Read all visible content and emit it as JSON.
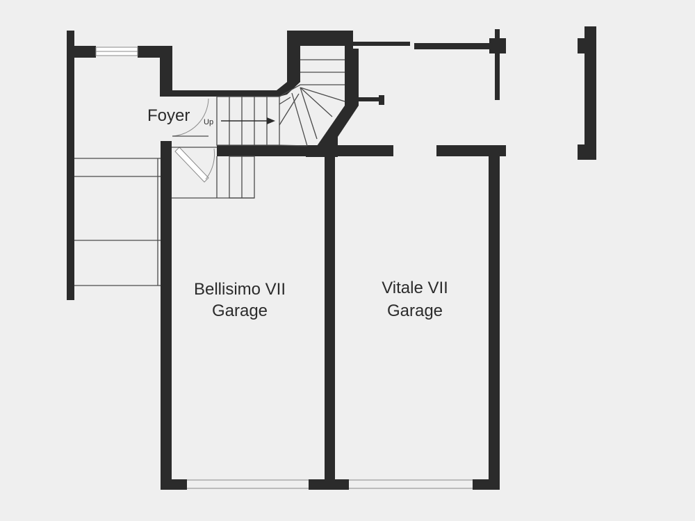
{
  "rooms": {
    "foyer": "Foyer",
    "stair_direction": "Up",
    "garage_left": {
      "line1": "Bellisimo VII",
      "line2": "Garage"
    },
    "garage_right": {
      "line1": "Vitale VII",
      "line2": "Garage"
    }
  },
  "colors": {
    "background": "#efefef",
    "wall": "#2b2b2b",
    "line": "#4a4a4a"
  }
}
